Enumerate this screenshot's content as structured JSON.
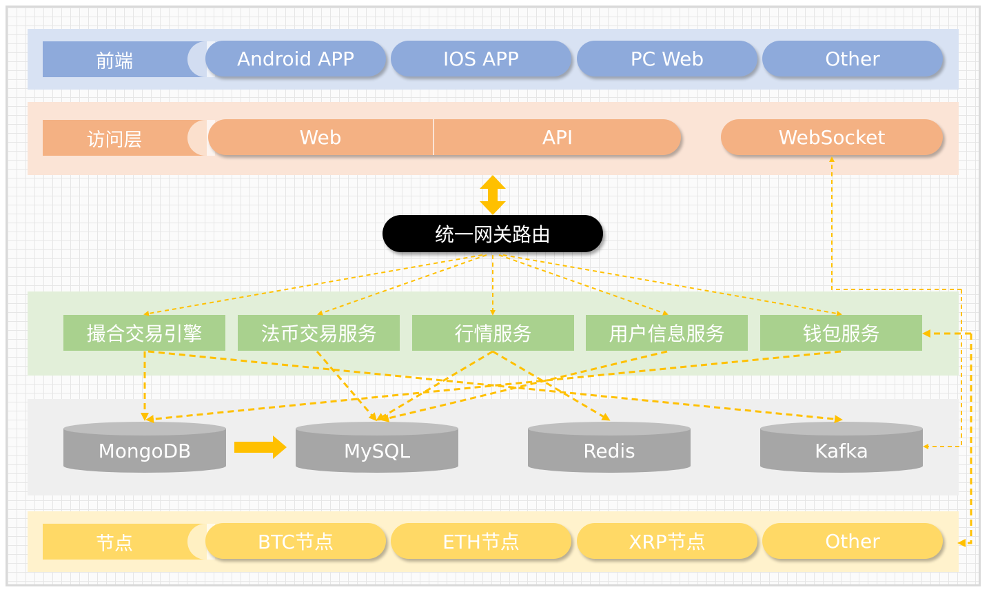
{
  "frontend": {
    "label": "前端",
    "items": [
      "Android APP",
      "IOS APP",
      "PC Web",
      "Other"
    ]
  },
  "access": {
    "label": "访问层",
    "items": [
      "Web",
      "API",
      "WebSocket"
    ]
  },
  "gateway": {
    "label": "统一网关路由"
  },
  "services": {
    "items": [
      "撮合交易引擎",
      "法币交易服务",
      "行情服务",
      "用户信息服务",
      "钱包服务"
    ]
  },
  "storage": {
    "items": [
      "MongoDB",
      "MySQL",
      "Redis",
      "Kafka"
    ]
  },
  "nodes": {
    "label": "节点",
    "items": [
      "BTC节点",
      "ETH节点",
      "XRP节点",
      "Other"
    ]
  },
  "colors": {
    "frontend": "#8eaadb",
    "access": "#f4b183",
    "gateway": "#000000",
    "service": "#a9d18e",
    "storage": "#a6a6a6",
    "node": "#ffd966",
    "arrow": "#ffc000"
  }
}
